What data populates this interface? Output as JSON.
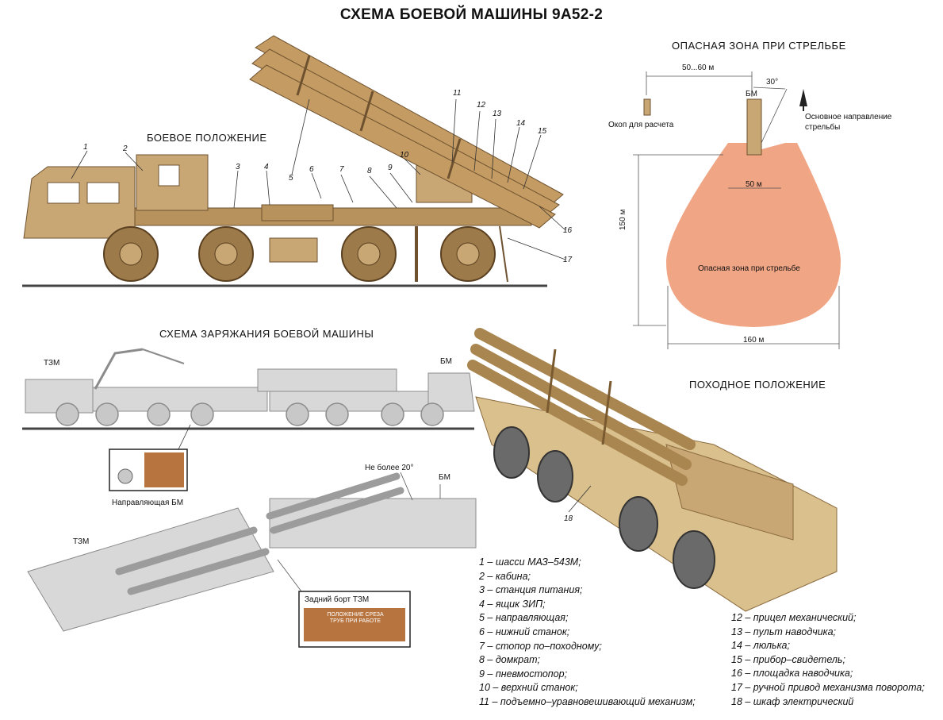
{
  "title": "СХЕМА БОЕВОЙ МАШИНЫ 9А52-2",
  "combat": {
    "heading": "БОЕВОЕ ПОЛОЖЕНИЕ",
    "callouts": [
      "1",
      "2",
      "3",
      "4",
      "5",
      "6",
      "7",
      "8",
      "9",
      "10",
      "11",
      "12",
      "13",
      "14",
      "15",
      "16",
      "17"
    ]
  },
  "danger": {
    "heading": "ОПАСНАЯ ЗОНА ПРИ СТРЕЛЬБЕ",
    "dist_trench": "50...60 м",
    "angle": "30°",
    "bm": "БМ",
    "trench": "Окоп для расчета",
    "direction": "Основное направление стрельбы",
    "width_top": "50 м",
    "height": "150 м",
    "zone_label": "Опасная зона при стрельбе",
    "width_bottom": "160 м",
    "zone_color": "#f0a585"
  },
  "loading": {
    "heading": "СХЕМА ЗАРЯЖАНИЯ БОЕВОЙ МАШИНЫ",
    "tzm": "ТЗМ",
    "bm": "БМ",
    "guide_label": "Направляющая БМ",
    "max_angle": "Не более 20°",
    "bm2": "БМ",
    "tzm2": "ТЗМ",
    "rear_board": "Задний борт ТЗМ",
    "plate_line1": "ПОЛОЖЕНИЕ СРЕЗА",
    "plate_line2": "ТРУБ ПРИ РАБОТЕ"
  },
  "march": {
    "heading": "ПОХОДНОЕ ПОЛОЖЕНИЕ",
    "callout": "18"
  },
  "legend_left": [
    "1 – шасси  МАЗ–543М;",
    "2 – кабина;",
    "3 – станция питания;",
    "4 – ящик  ЗИП;",
    "5 – направляющая;",
    "6 – нижний станок;",
    "7 – стопор по–походному;",
    "8 – домкрат;",
    "9 – пневмостопор;",
    "10 – верхний станок;",
    "11 – подъемно–уравновешивающий механизм;"
  ],
  "legend_right": [
    "12 – прицел механический;",
    "13 – пульт наводчика;",
    "14 – люлька;",
    "15 – прибор–свидетель;",
    "16 – площадка наводчика;",
    "17 – ручной привод механизма поворота;",
    "18 – шкаф электрический"
  ],
  "colors": {
    "vehicle": "#c9a774",
    "vehicle_dark": "#8a6a3e",
    "gray": "#d8d8d8",
    "gray_dark": "#8c8c8c"
  }
}
